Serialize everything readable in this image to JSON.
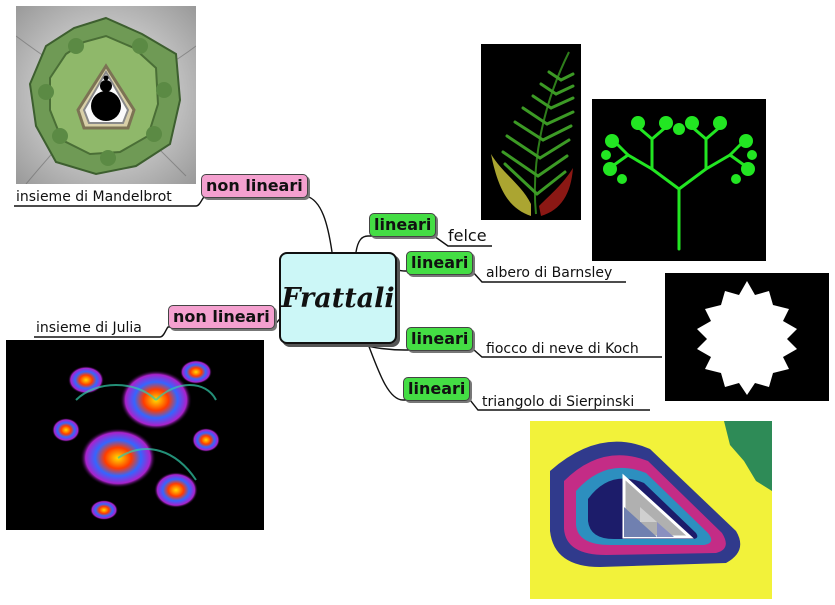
{
  "center": {
    "title": "Frattali"
  },
  "branches": [
    {
      "category": "non lineari",
      "leaf": "insieme di Mandelbrot"
    },
    {
      "category": "lineari",
      "leaf": "felce"
    },
    {
      "category": "lineari",
      "leaf": "albero di Barnsley"
    },
    {
      "category": "non lineari",
      "leaf": "insieme di Julia"
    },
    {
      "category": "lineari",
      "leaf": "fiocco di neve di Koch"
    },
    {
      "category": "lineari",
      "leaf": "triangolo di Sierpinski"
    }
  ],
  "colors": {
    "linear_tag": "#44dd44",
    "nonlinear_tag": "#f4a0cf",
    "center_fill": "#ccf7f7"
  }
}
